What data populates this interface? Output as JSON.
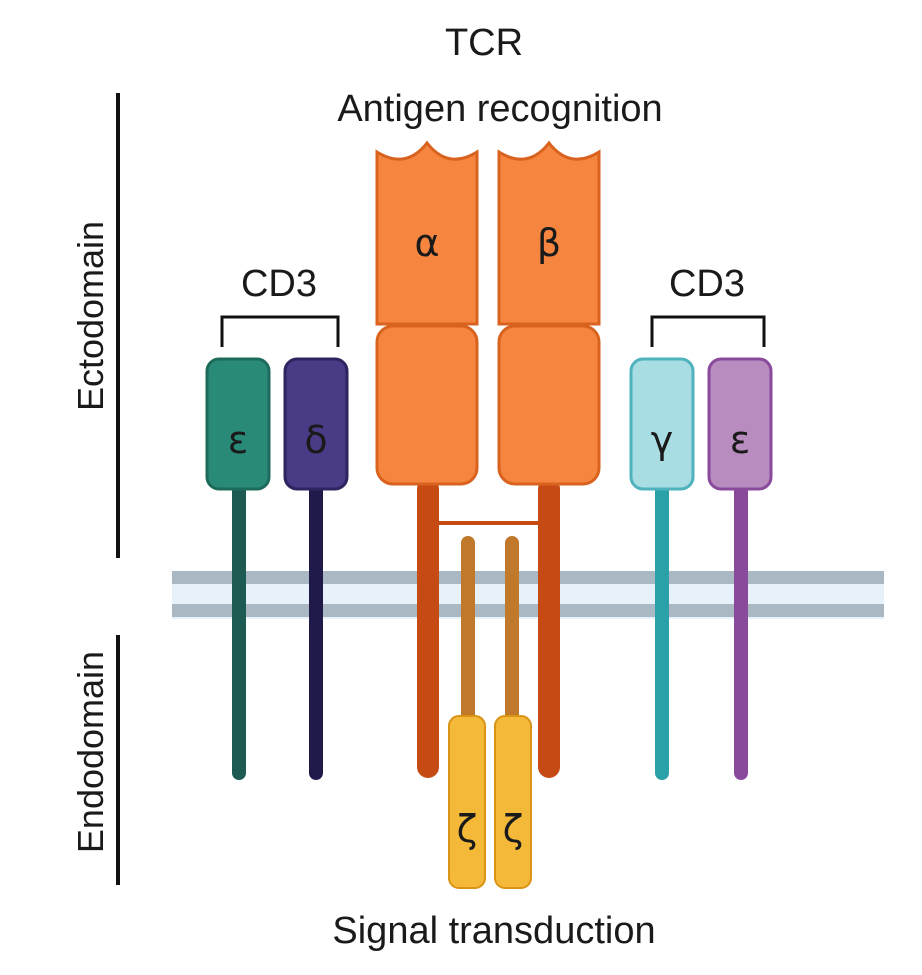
{
  "diagram": {
    "title": "TCR",
    "top_label": "Antigen recognition",
    "bottom_label": "Signal transduction",
    "ectodomain_label": "Ectodomain",
    "endodomain_label": "Endodomain",
    "cd3_left_label": "CD3",
    "cd3_right_label": "CD3",
    "chains": {
      "alpha": "α",
      "beta": "β",
      "cd3_epsilon_left": "ε",
      "cd3_delta": "δ",
      "cd3_gamma": "γ",
      "cd3_epsilon_right": "ε",
      "zeta_left": "ζ",
      "zeta_right": "ζ"
    },
    "colors": {
      "tcr_orange": "#f5853f",
      "tcr_stalk": "#c64a14",
      "cd3_epsilon_left": "#2a8a78",
      "cd3_delta": "#4b3a86",
      "cd3_gamma": "#a9dde4",
      "cd3_epsilon_right": "#b98cc0",
      "zeta": "#f5b93a",
      "membrane": "#a9b8c3"
    }
  }
}
